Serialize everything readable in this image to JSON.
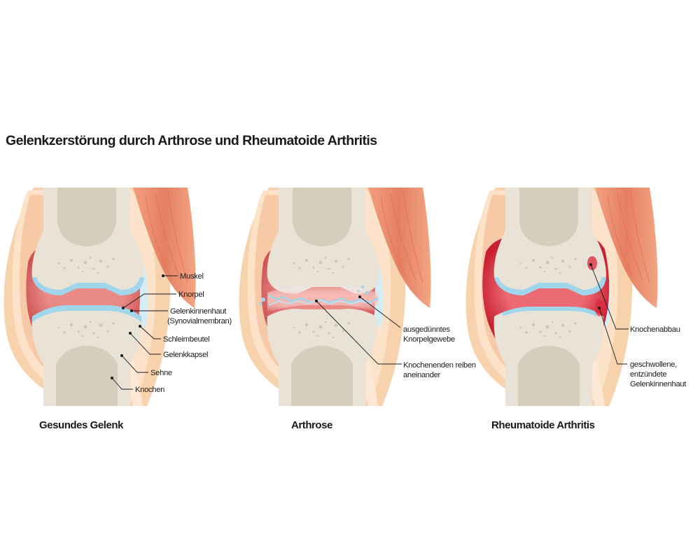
{
  "title": "Gelenkzerstörung durch Arthrose und Rheumatoide Arthritis",
  "colors": {
    "muscle": "#e7886a",
    "capsule_outer": "#f6c9a1",
    "capsule_inner": "#f9dcc2",
    "bone": "#e8e1d6",
    "marrow": "#d6cebe",
    "cartilage": "#9fd6ec",
    "synovium_healthy": "#d96563",
    "synovium_inflamed": "#d8253a",
    "bursa": "#d4ecf4"
  },
  "panels": [
    {
      "caption": "Gesundes Gelenk",
      "labels": [
        "Muskel",
        "Knorpel",
        "Gelenkinnenhaut",
        "(Synovialmembran)",
        "Schleimbeutel",
        "Gelenkkapsel",
        "Sehne",
        "Knochen"
      ]
    },
    {
      "caption": "Arthrose",
      "labels": [
        "ausgedünntes",
        "Knorpelgewebe",
        "Knochenenden reiben",
        "aneinander"
      ]
    },
    {
      "caption": "Rheumatoide Arthritis",
      "labels": [
        "Knochenabbau",
        "geschwollene,",
        "entzündete",
        "Gelenkinnenhaut"
      ]
    }
  ]
}
